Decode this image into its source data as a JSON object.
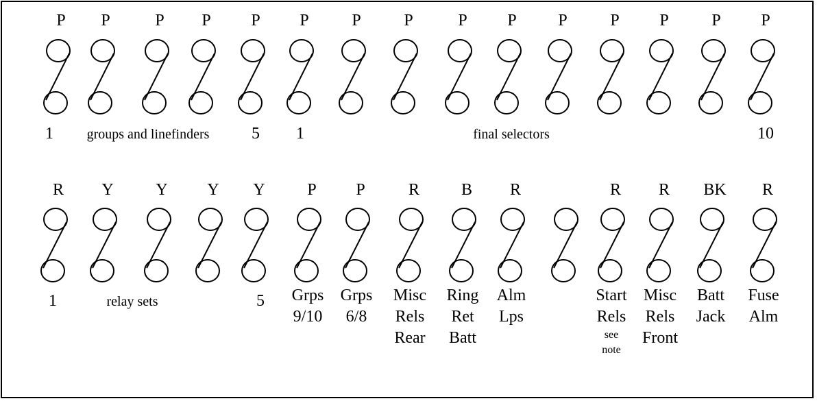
{
  "top_row": {
    "letters": [
      "P",
      "P",
      "P",
      "P",
      "P",
      "P",
      "P",
      "P",
      "P",
      "P",
      "P",
      "P",
      "P",
      "P",
      "P"
    ],
    "labels": {
      "start": "1",
      "groups": "groups and linefinders",
      "groups_end": "5",
      "final_start": "1",
      "final": "final selectors",
      "final_end": "10"
    }
  },
  "bottom_row": {
    "letters": [
      "R",
      "Y",
      "Y",
      "Y",
      "Y",
      "P",
      "P",
      "R",
      "B",
      "R",
      "",
      "R",
      "R",
      "BK",
      "R"
    ],
    "labels": {
      "start": "1",
      "relay": "relay sets",
      "relay_end": "5"
    },
    "fuses": [
      {
        "lines": [
          "Grps",
          "9/10"
        ]
      },
      {
        "lines": [
          "Grps",
          "6/8"
        ]
      },
      {
        "lines": [
          "Misc",
          "Rels",
          "Rear"
        ]
      },
      {
        "lines": [
          "Ring",
          "Ret",
          "Batt"
        ]
      },
      {
        "lines": [
          "Alm",
          "Lps"
        ]
      },
      {
        "lines": []
      },
      {
        "lines": [
          "Start",
          "Rels"
        ],
        "small": [
          "see",
          "note"
        ]
      },
      {
        "lines": [
          "Misc",
          "Rels",
          "Front"
        ]
      },
      {
        "lines": [
          "Batt",
          "Jack"
        ]
      },
      {
        "lines": [
          "Fuse",
          "Alm"
        ]
      }
    ]
  }
}
